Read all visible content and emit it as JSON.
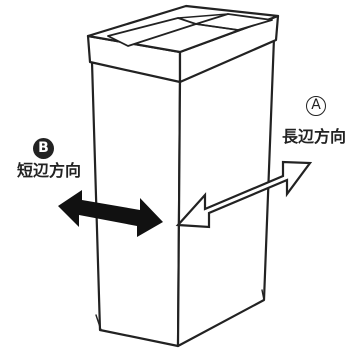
{
  "labels": {
    "a_badge": "A",
    "a_text": "長辺方向",
    "b_badge": "B",
    "b_text": "短辺方向"
  },
  "colors": {
    "stroke": "#222222",
    "fill": "#ffffff",
    "arrow_b": "#111111"
  }
}
